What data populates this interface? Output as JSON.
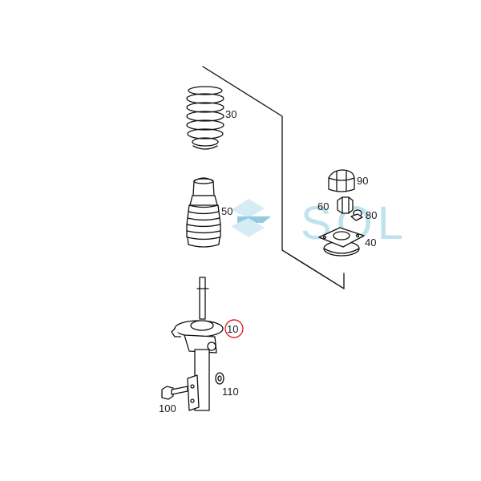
{
  "labels": {
    "p30": "30",
    "p50": "50",
    "p90": "90",
    "p60": "60",
    "p80": "80",
    "p40": "40",
    "p10": "10",
    "p110": "110",
    "p100": "100"
  },
  "watermark": {
    "text": "SOL",
    "color": "#bfe3ee"
  },
  "highlight_color": "#e0242b"
}
